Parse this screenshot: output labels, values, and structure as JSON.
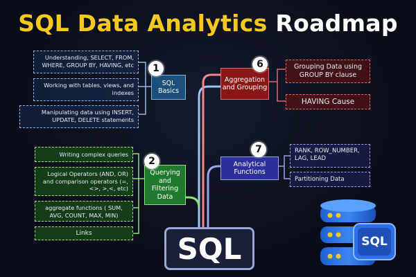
{
  "title": {
    "part1": "SQL Data Analytics",
    "part2": "Roadmap"
  },
  "center_label": "SQL",
  "colors": {
    "accent_yellow": "#f7c81e",
    "blue": "#8fb7e6",
    "green": "#2f9e44",
    "red": "#a61e1e",
    "indigo": "#3b3fb0"
  },
  "topics": [
    {
      "number": "1",
      "label": "SQL Basics",
      "notes": [
        "Understanding, SELECT, FROM, WHERE, GROUP BY, HAVING, etc",
        "Working with tables, views, and indexes",
        "Manipulating data using INSERT, UPDATE, DELETE statements"
      ]
    },
    {
      "number": "2",
      "label": "Querying and Filtering Data",
      "notes": [
        "Writing complex queries",
        "Logical Operators (AND, OR) and comparison operators (=, <>, >,<, etc)",
        "aggregate functions ( SUM, AVG, COUNT, MAX, MIN)",
        "Links"
      ]
    },
    {
      "number": "6",
      "label": "Aggregation and Grouping",
      "notes": [
        "Grouping Data using GROUP BY clause",
        "HAVING Cause"
      ]
    },
    {
      "number": "7",
      "label": "Analytical Functions",
      "notes": [
        "RANK, ROW_NUMBER, LAG, LEAD",
        "Partitioning Data"
      ]
    }
  ],
  "illustration": {
    "icon": "database-stack-icon",
    "badge": "SQL"
  }
}
